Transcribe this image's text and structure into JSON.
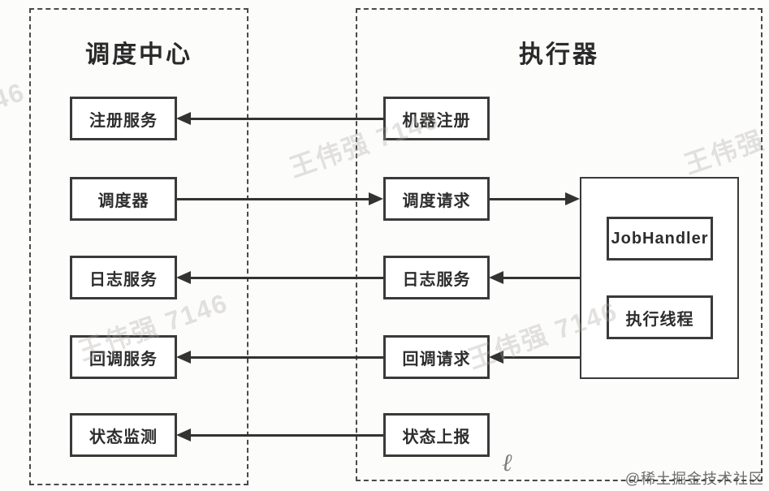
{
  "diagram": {
    "left_panel": {
      "title": "调度中心",
      "boxes": [
        {
          "id": "reg-service",
          "label": "注册服务"
        },
        {
          "id": "scheduler",
          "label": "调度器"
        },
        {
          "id": "log-service-center",
          "label": "日志服务"
        },
        {
          "id": "callback-service",
          "label": "回调服务"
        },
        {
          "id": "status-monitor",
          "label": "状态监测"
        }
      ]
    },
    "right_panel": {
      "title": "执行器",
      "boxes": [
        {
          "id": "machine-register",
          "label": "机器注册"
        },
        {
          "id": "dispatch-request",
          "label": "调度请求"
        },
        {
          "id": "log-service-executor",
          "label": "日志服务"
        },
        {
          "id": "callback-request",
          "label": "回调请求"
        },
        {
          "id": "status-report",
          "label": "状态上报"
        }
      ],
      "inner_group": {
        "boxes": [
          {
            "id": "jobhandler",
            "label": "JobHandler"
          },
          {
            "id": "exec-thread",
            "label": "执行线程"
          }
        ]
      }
    },
    "edges": [
      {
        "from": "machine-register",
        "to": "reg-service"
      },
      {
        "from": "scheduler",
        "to": "dispatch-request"
      },
      {
        "from": "dispatch-request",
        "to": "executor-inner-group"
      },
      {
        "from": "log-service-executor",
        "to": "log-service-center"
      },
      {
        "from": "executor-inner-group",
        "to": "log-service-executor"
      },
      {
        "from": "callback-request",
        "to": "callback-service"
      },
      {
        "from": "executor-inner-group",
        "to": "callback-request"
      },
      {
        "from": "status-report",
        "to": "status-monitor"
      }
    ],
    "colors": {
      "line": "#333333",
      "box_border": "#3a3a3a",
      "panel_border": "#4a4a4a",
      "text": "#2d2d2d",
      "watermark": "#aaa8a1",
      "credit": "#545454"
    }
  },
  "watermark": {
    "text": "王伟强 7146"
  },
  "footer": {
    "credit": "@稀土掘金技术社区",
    "scribble": "ℓ"
  }
}
